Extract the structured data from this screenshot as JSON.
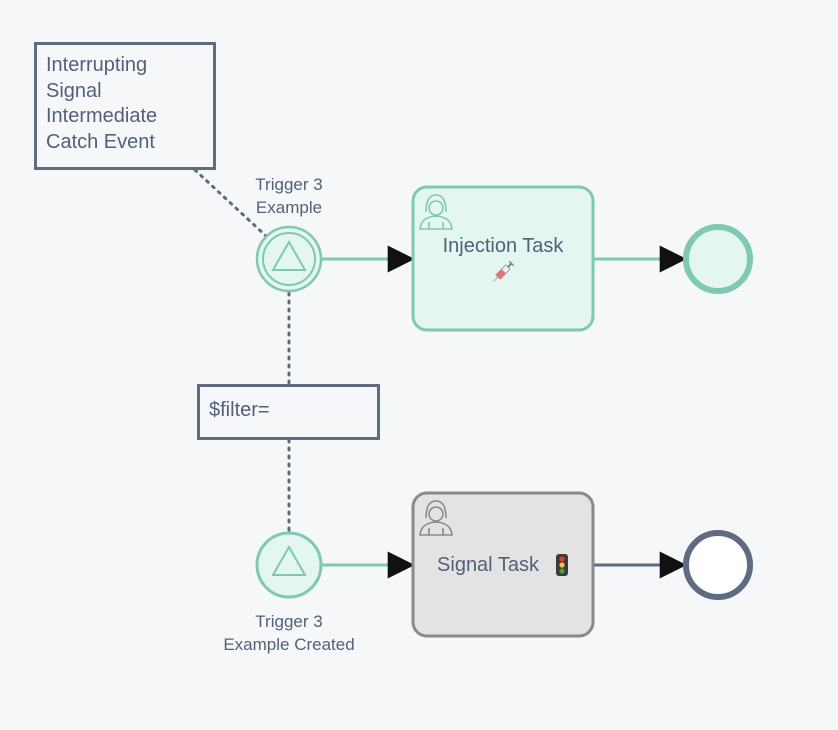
{
  "annotations": {
    "event_type": "Interrupting\nSignal\nIntermediate\nCatch Event",
    "filter": "$filter="
  },
  "events": {
    "trigger_top_label": "Trigger 3\nExample",
    "trigger_bottom_label": "Trigger 3\nExample Created"
  },
  "tasks": {
    "injection": {
      "label": "Injection Task",
      "icon": "syringe-icon"
    },
    "signal": {
      "label": "Signal Task",
      "icon": "traffic-light-icon"
    }
  },
  "colors": {
    "mint_stroke": "#7fc9b1",
    "mint_fill": "#e3f6ef",
    "gray_stroke": "#8a8a8a",
    "gray_fill": "#e3e3e3",
    "slate": "#5f6b80",
    "text": "#52607a"
  }
}
